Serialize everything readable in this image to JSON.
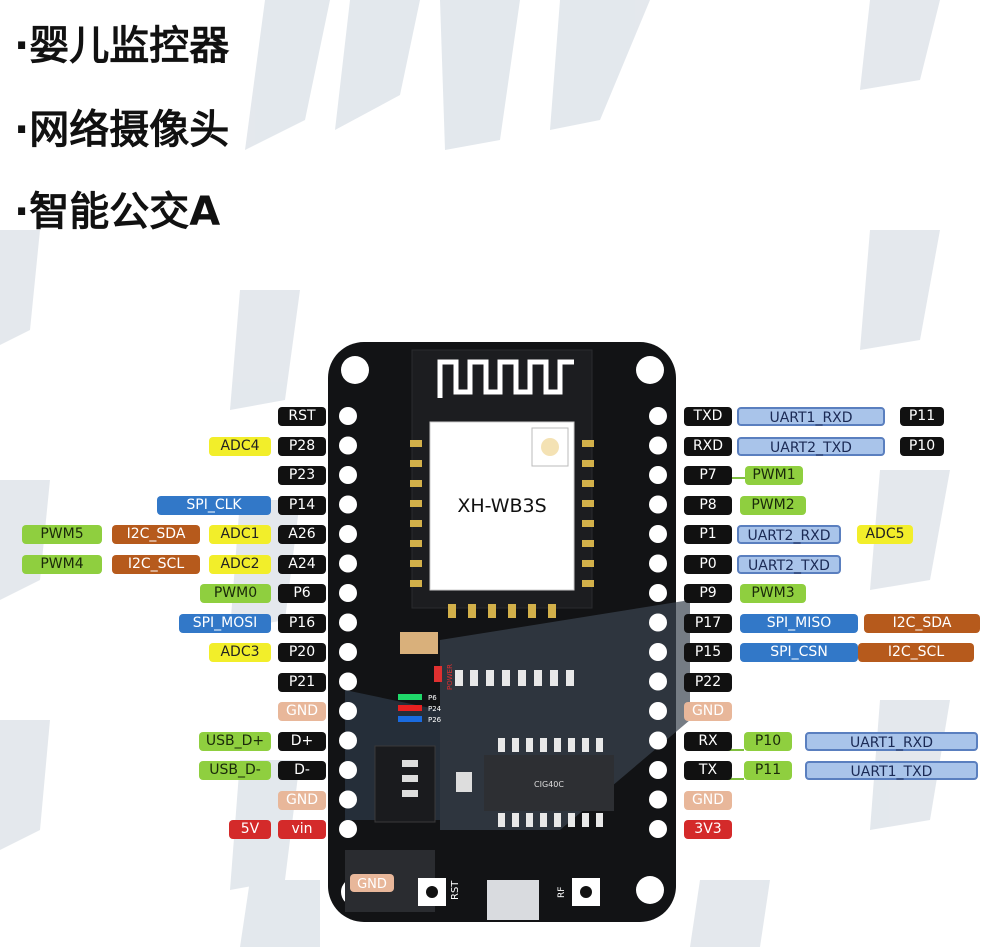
{
  "bullets": [
    "·婴儿监控器",
    "·网络摄像头",
    "·智能公交A"
  ],
  "board": {
    "module_name": "XH-WB3S",
    "chip_text": "CIG40C",
    "power_text": "POWER",
    "led_labels": [
      "P6",
      "P24",
      "P26"
    ],
    "rst_text": "RST",
    "rf_text": "RF",
    "gnd_text": "GND"
  },
  "left_pins": [
    {
      "pin": "RST",
      "style": "k",
      "labels": []
    },
    {
      "pin": "P28",
      "style": "k",
      "labels": [
        {
          "text": "ADC4",
          "style": "y"
        }
      ]
    },
    {
      "pin": "P23",
      "style": "k",
      "labels": []
    },
    {
      "pin": "P14",
      "style": "k",
      "labels": [
        {
          "text": "SPI_CLK",
          "style": "b"
        }
      ]
    },
    {
      "pin": "A26",
      "style": "k",
      "labels": [
        {
          "text": "ADC1",
          "style": "y"
        },
        {
          "text": "I2C_SDA",
          "style": "o"
        },
        {
          "text": "PWM5",
          "style": "g"
        }
      ]
    },
    {
      "pin": "A24",
      "style": "k",
      "labels": [
        {
          "text": "ADC2",
          "style": "y"
        },
        {
          "text": "I2C_SCL",
          "style": "o"
        },
        {
          "text": "PWM4",
          "style": "g"
        }
      ]
    },
    {
      "pin": "P6",
      "style": "k",
      "labels": [
        {
          "text": "PWM0",
          "style": "g"
        }
      ]
    },
    {
      "pin": "P16",
      "style": "k",
      "labels": [
        {
          "text": "SPI_MOSI",
          "style": "b"
        }
      ]
    },
    {
      "pin": "P20",
      "style": "k",
      "labels": [
        {
          "text": "ADC3",
          "style": "y"
        }
      ]
    },
    {
      "pin": "P21",
      "style": "k",
      "labels": []
    },
    {
      "pin": "GND",
      "style": "gr",
      "labels": []
    },
    {
      "pin": "D+",
      "style": "k",
      "labels": [
        {
          "text": "USB_D+",
          "style": "g"
        }
      ]
    },
    {
      "pin": "D-",
      "style": "k",
      "labels": [
        {
          "text": "USB_D-",
          "style": "g"
        }
      ]
    },
    {
      "pin": "GND",
      "style": "gr",
      "labels": []
    },
    {
      "pin": "vin",
      "style": "r",
      "labels": [
        {
          "text": "5V",
          "style": "r"
        }
      ]
    }
  ],
  "right_pins": [
    {
      "pin": "TXD",
      "style": "k",
      "labels": [
        {
          "text": "UART1_RXD",
          "style": "lb"
        },
        {
          "text": "P11",
          "style": "k"
        }
      ]
    },
    {
      "pin": "RXD",
      "style": "k",
      "labels": [
        {
          "text": "UART2_TXD",
          "style": "lb"
        },
        {
          "text": "P10",
          "style": "k"
        }
      ]
    },
    {
      "pin": "P7",
      "style": "k",
      "labels": [
        {
          "text": "PWM1",
          "style": "g"
        }
      ]
    },
    {
      "pin": "P8",
      "style": "k",
      "labels": [
        {
          "text": "PWM2",
          "style": "g"
        }
      ]
    },
    {
      "pin": "P1",
      "style": "k",
      "labels": [
        {
          "text": "UART2_RXD",
          "style": "lb"
        },
        {
          "text": "ADC5",
          "style": "y"
        }
      ]
    },
    {
      "pin": "P0",
      "style": "k",
      "labels": [
        {
          "text": "UART2_TXD",
          "style": "lb"
        }
      ]
    },
    {
      "pin": "P9",
      "style": "k",
      "labels": [
        {
          "text": "PWM3",
          "style": "g"
        }
      ]
    },
    {
      "pin": "P17",
      "style": "k",
      "labels": [
        {
          "text": "SPI_MISO",
          "style": "b"
        },
        {
          "text": "I2C_SDA",
          "style": "o"
        }
      ]
    },
    {
      "pin": "P15",
      "style": "k",
      "labels": [
        {
          "text": "SPI_CSN",
          "style": "b"
        },
        {
          "text": "I2C_SCL",
          "style": "o"
        }
      ]
    },
    {
      "pin": "P22",
      "style": "k",
      "labels": []
    },
    {
      "pin": "GND",
      "style": "gr",
      "labels": []
    },
    {
      "pin": "RX",
      "style": "k",
      "labels": [
        {
          "text": "P10",
          "style": "g"
        },
        {
          "text": "UART1_RXD",
          "style": "lb"
        }
      ]
    },
    {
      "pin": "TX",
      "style": "k",
      "labels": [
        {
          "text": "P11",
          "style": "g"
        },
        {
          "text": "UART1_TXD",
          "style": "lb"
        }
      ]
    },
    {
      "pin": "GND",
      "style": "gr",
      "labels": []
    },
    {
      "pin": "3V3",
      "style": "r",
      "labels": []
    }
  ]
}
